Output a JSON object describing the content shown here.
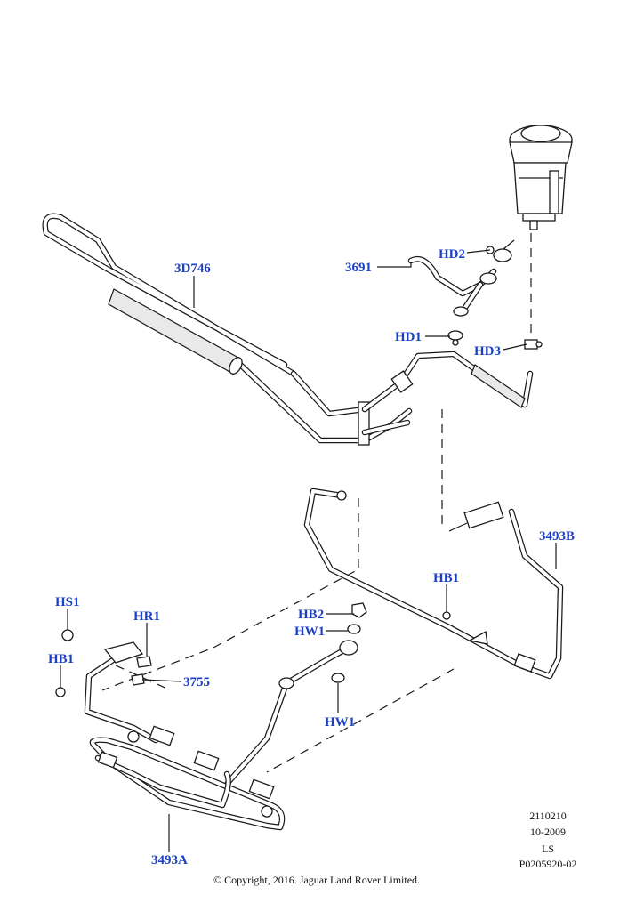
{
  "callouts": {
    "d3746": "3D746",
    "p3691": "3691",
    "hd2": "HD2",
    "hd1": "HD1",
    "hd3": "HD3",
    "p3493b": "3493B",
    "hb1_right": "HB1",
    "hb2": "HB2",
    "hw1_upper": "HW1",
    "hw1_lower": "HW1",
    "hs1": "HS1",
    "hr1": "HR1",
    "hb1_left": "HB1",
    "p3755": "3755",
    "p3493a": "3493A"
  },
  "meta": {
    "code": "2110210",
    "date": "10-2009",
    "ls": "LS",
    "ref": "P0205920-02"
  },
  "copyright": "© Copyright, 2016. Jaguar Land Rover Limited.",
  "colors": {
    "callout": "#1c3fc4",
    "line": "#1a1a1a"
  }
}
